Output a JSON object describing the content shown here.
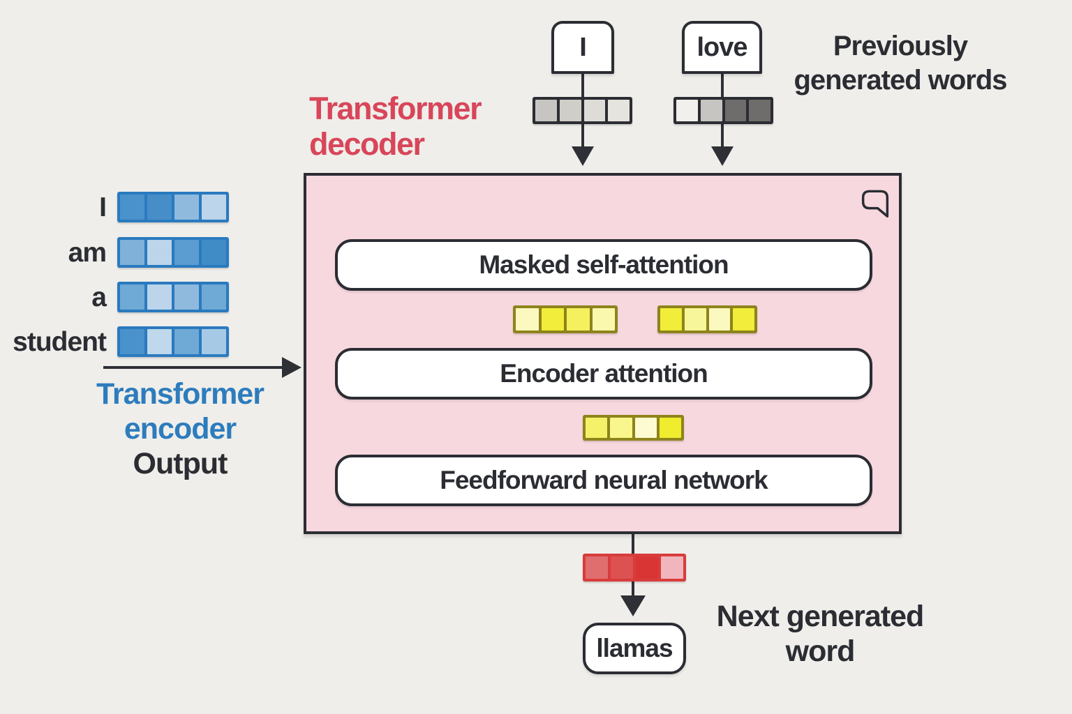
{
  "colors": {
    "background": "#efeeea",
    "ink": "#2b2d33",
    "decoder_fill": "#f8d8df",
    "decoder_title": "#d8465a",
    "encoder_title": "#2d7cbd"
  },
  "top": {
    "caption": [
      "Previously",
      "generated words"
    ],
    "tokens": [
      {
        "label": "I",
        "strip": {
          "border": "#2b2d33",
          "cells": [
            "#c7c5c1",
            "#d0cec9",
            "#dedcd7",
            "#e6e4df"
          ]
        }
      },
      {
        "label": "love",
        "strip": {
          "border": "#2b2d33",
          "cells": [
            "#f2f0ec",
            "#c7c5c1",
            "#6e6d6b",
            "#6e6d6b"
          ]
        }
      }
    ]
  },
  "decoder": {
    "title": [
      "Transformer",
      "decoder"
    ],
    "layers": [
      "Masked self-attention",
      "Encoder attention",
      "Feedforward neural network"
    ],
    "strips": {
      "after_masked_left": {
        "border": "#8e841c",
        "cells": [
          "#fbf9c0",
          "#f1ed3a",
          "#f4f05e",
          "#faf8ae"
        ]
      },
      "after_masked_right": {
        "border": "#8e841c",
        "cells": [
          "#f1ed3a",
          "#f8f69a",
          "#fbf9c0",
          "#f1ed3a"
        ]
      },
      "after_encoder": {
        "border": "#8e841c",
        "cells": [
          "#f5f26a",
          "#f8f68c",
          "#fcfbd2",
          "#f0ec2e"
        ]
      }
    }
  },
  "encoder": {
    "caption": [
      "Transformer",
      "encoder",
      "Output"
    ],
    "rows": [
      {
        "word": "I",
        "strip": {
          "border": "#2a7abf",
          "cells": [
            "#4a92cb",
            "#478ec8",
            "#90badd",
            "#bcd5ea"
          ]
        }
      },
      {
        "word": "am",
        "strip": {
          "border": "#2a7abf",
          "cells": [
            "#7fb1d9",
            "#bcd5ea",
            "#5b9cd1",
            "#3f8cc7"
          ]
        }
      },
      {
        "word": "a",
        "strip": {
          "border": "#2a7abf",
          "cells": [
            "#6fa9d6",
            "#bcd5ea",
            "#90badd",
            "#6fa9d6"
          ]
        }
      },
      {
        "word": "student",
        "strip": {
          "border": "#2a7abf",
          "cells": [
            "#4a92cb",
            "#bfd8eb",
            "#6fa9d6",
            "#a6cae5"
          ]
        }
      }
    ]
  },
  "output": {
    "strip": {
      "border": "#d83c3c",
      "cells": [
        "#e16e6e",
        "#dd5151",
        "#d93535",
        "#f1b6bd"
      ]
    },
    "token": "llamas",
    "caption": [
      "Next generated",
      "word"
    ]
  }
}
